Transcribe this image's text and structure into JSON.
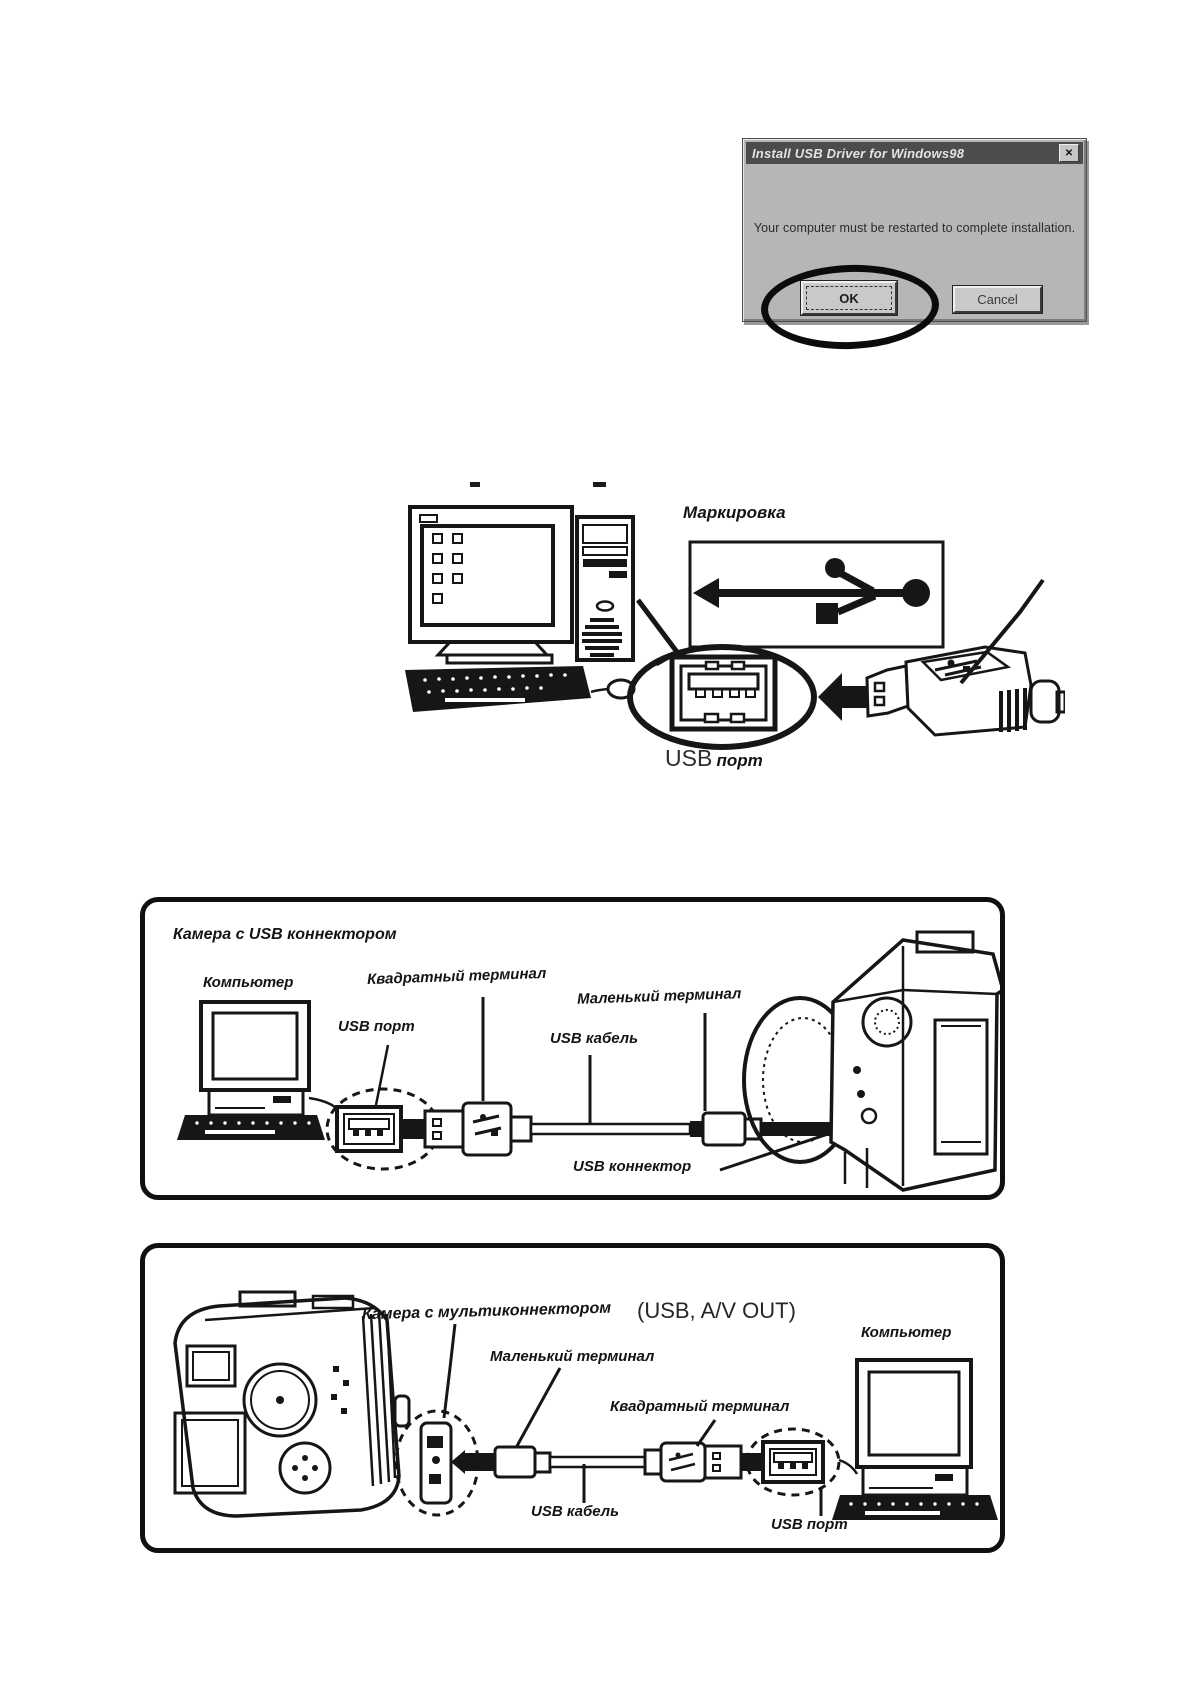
{
  "colors": {
    "ink": "#161616",
    "dialog_bg": "#b6b6b6",
    "titlebar_bg": "#4c4c4c",
    "titlebar_text": "#e3e3e3",
    "button_face": "#c9c9c9"
  },
  "dialog": {
    "title": "Install USB Driver for Windows98",
    "close_glyph": "✕",
    "message": "Your computer must be restarted to complete installation.",
    "ok_label": "OK",
    "cancel_label": "Cancel"
  },
  "port_illustration": {
    "marking_label": "Маркировка",
    "caption_usb": "USB",
    "caption_port": "порт"
  },
  "diagram_usb_connector": {
    "title": "Камера с USB коннектором",
    "computer_label": "Компьютер",
    "square_terminal_label": "Квадратный терминал",
    "small_terminal_label": "Маленький терминал",
    "usb_port_label": "USB порт",
    "usb_cable_label": "USB кабель",
    "usb_connector_label": "USB коннектор"
  },
  "diagram_multi_connector": {
    "title": "Камера с мультиконнектором",
    "subtitle": "(USB, A/V OUT)",
    "computer_label": "Компьютер",
    "small_terminal_label": "Маленький терминал",
    "square_terminal_label": "Квадратный терминал",
    "usb_cable_label": "USB кабель",
    "usb_port_label": "USB порт"
  }
}
